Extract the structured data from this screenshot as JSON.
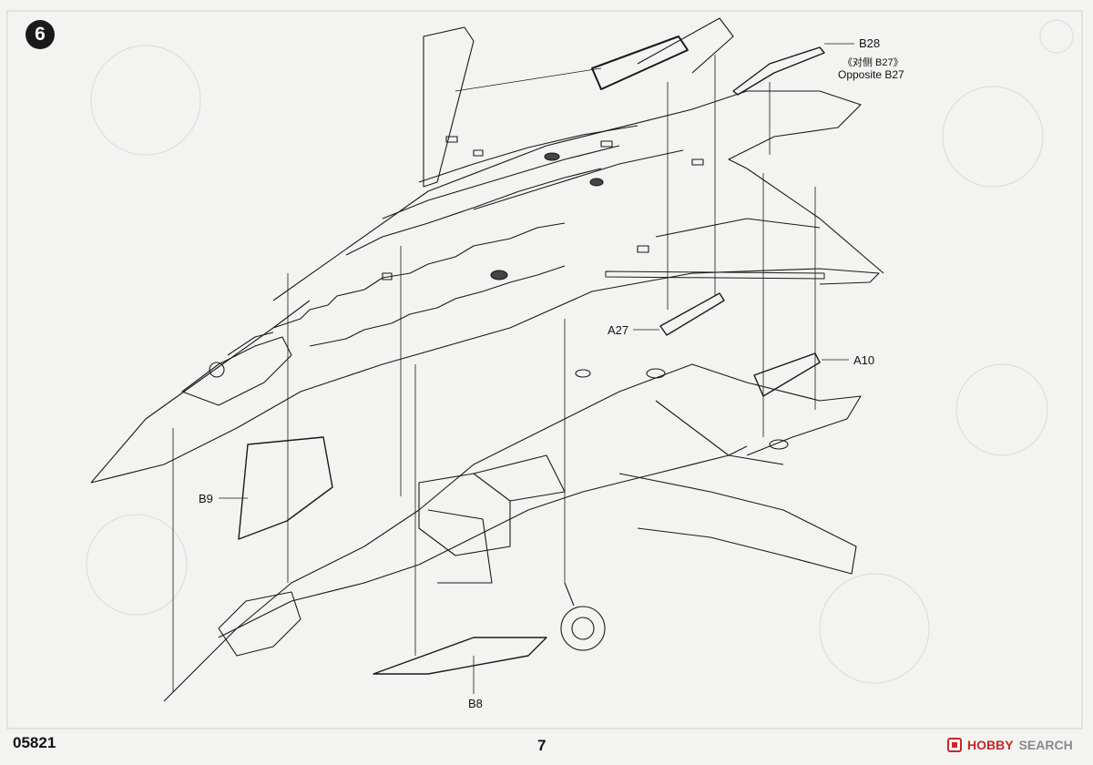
{
  "step": {
    "number": "6"
  },
  "footer": {
    "code": "05821",
    "page": "7",
    "watermark_brand": "HOBBY",
    "watermark_suffix": "SEARCH"
  },
  "callouts": {
    "b28": "B28",
    "b28_cn": "《对侧 B27》",
    "b28_opposite": "Opposite B27",
    "a27": "A27",
    "a10": "A10",
    "b9": "B9",
    "b8": "B8"
  },
  "colors": {
    "ink": "#1a1a1a",
    "paper": "#f3f3f1",
    "faint": "#d8d8d6",
    "watermark_red": "#c62828"
  }
}
